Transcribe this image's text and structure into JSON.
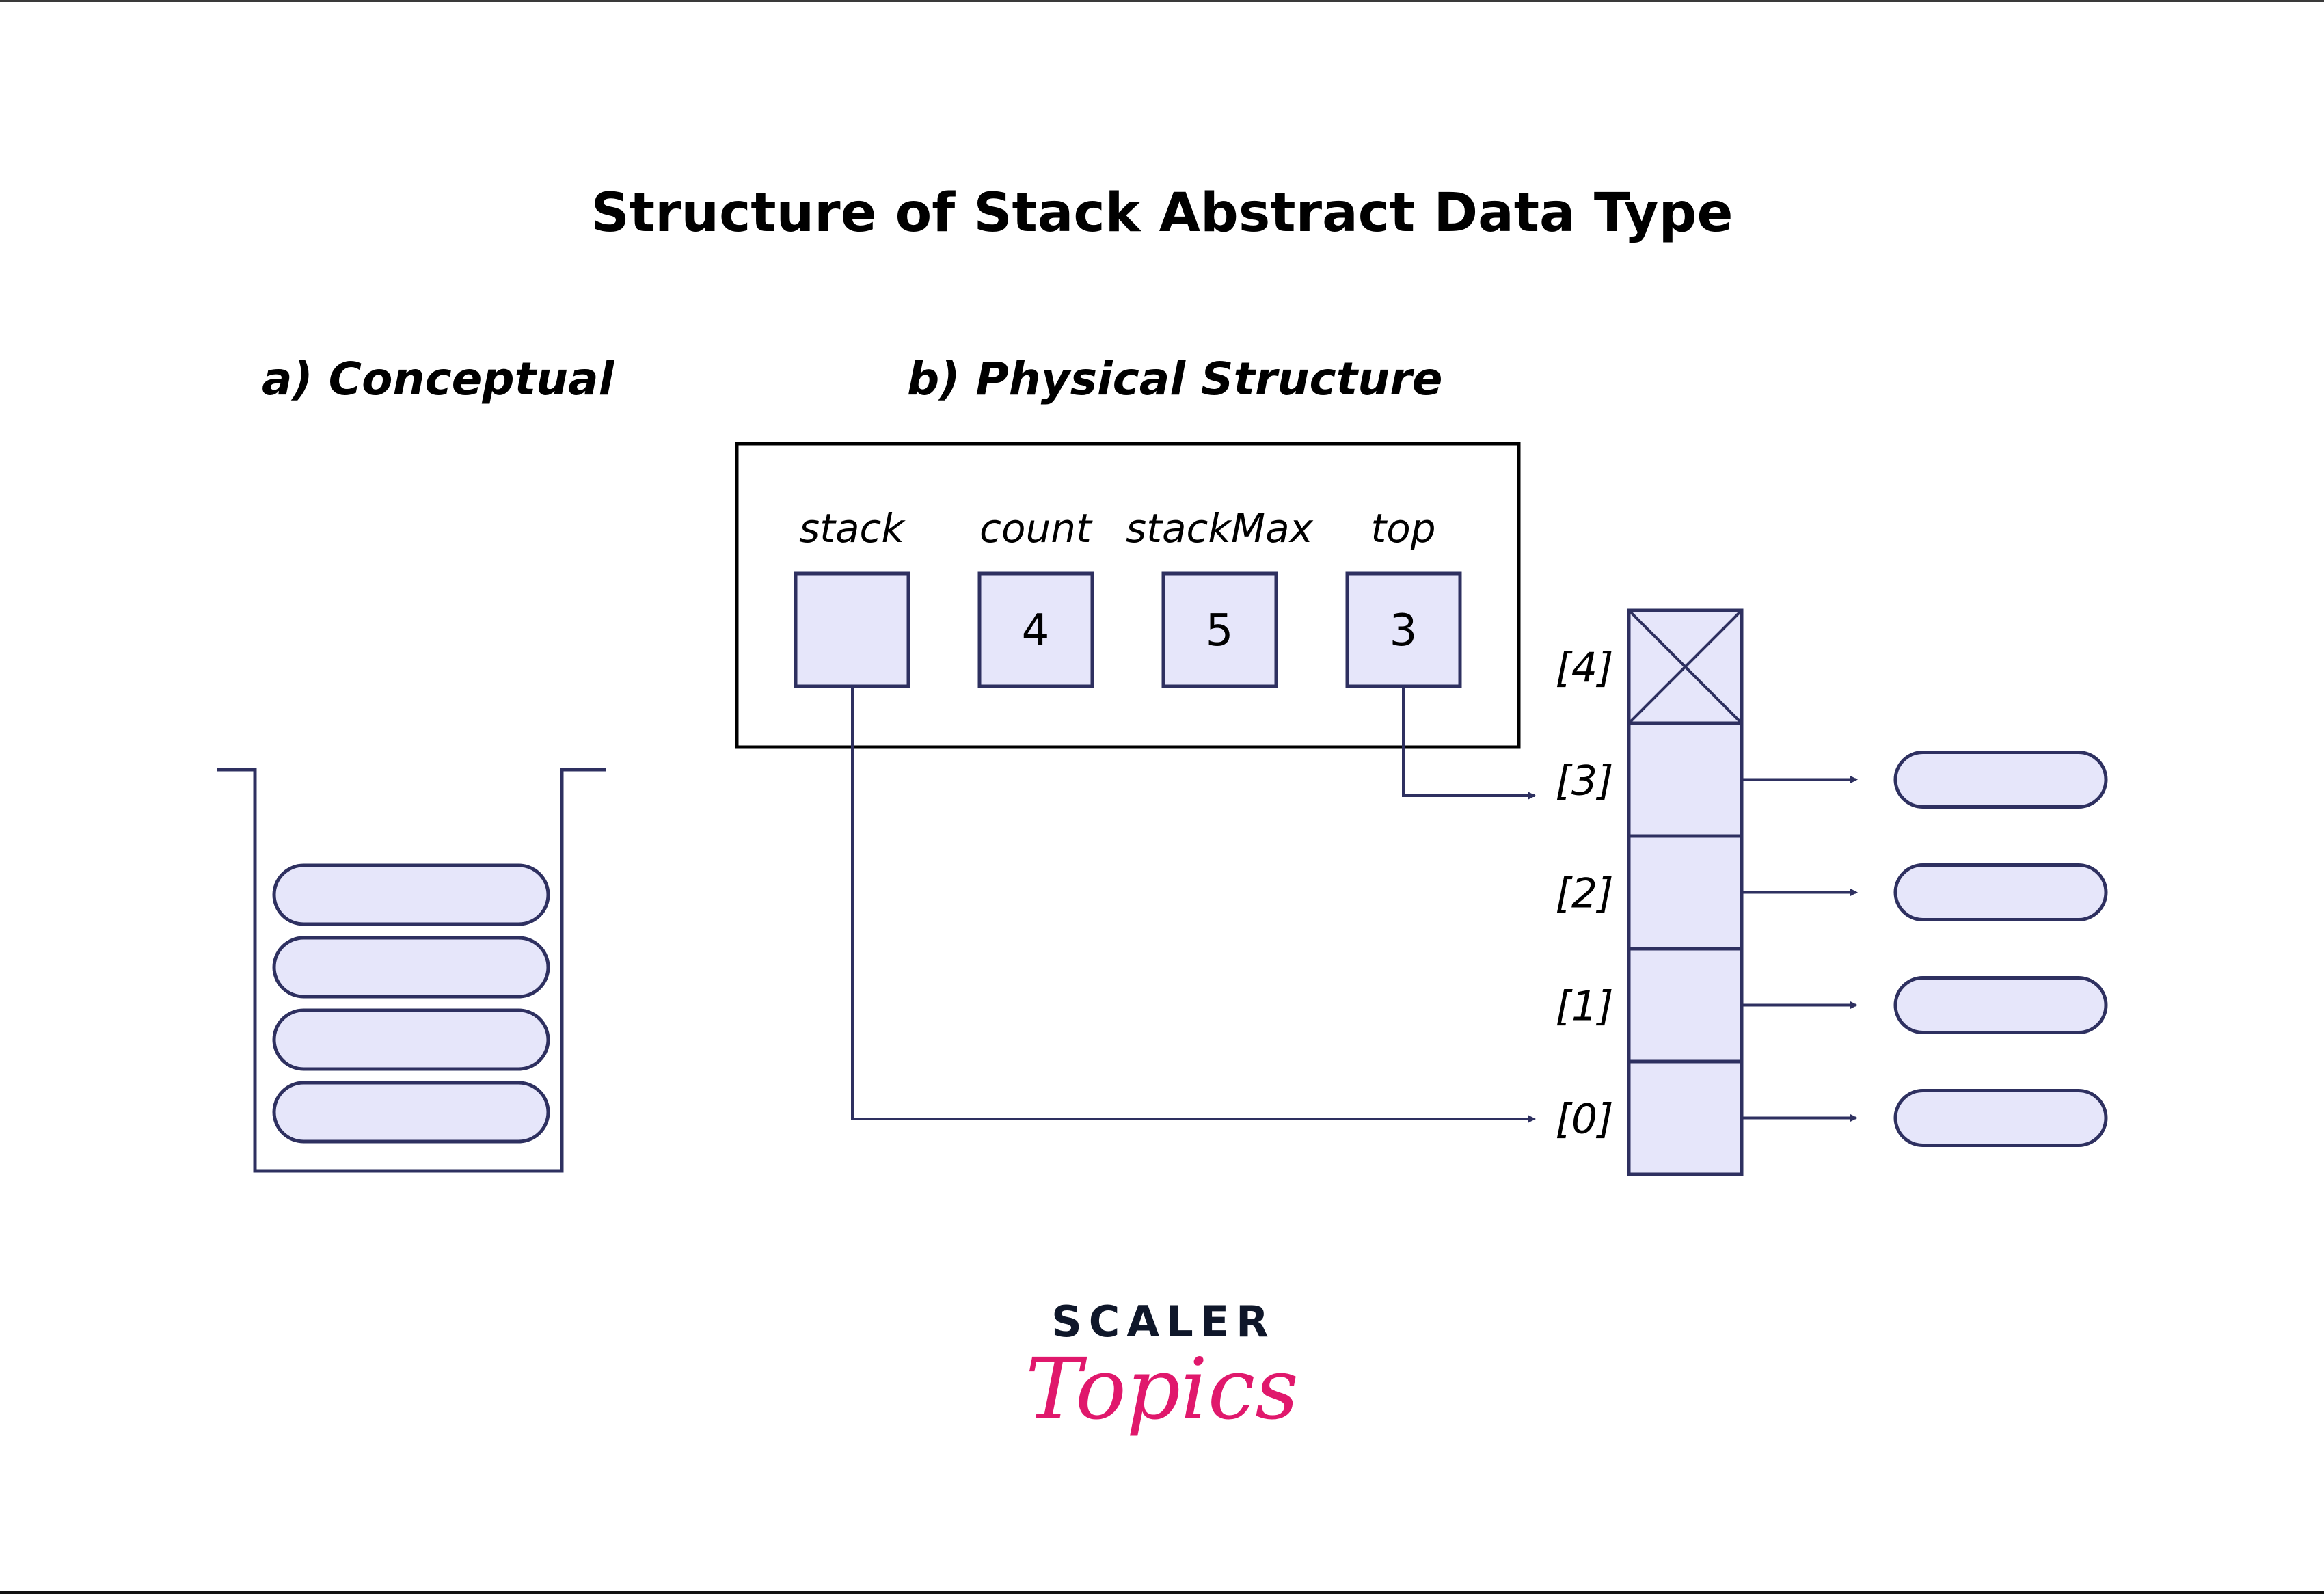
{
  "title": "Structure of Stack Abstract Data Type",
  "sections": {
    "conceptual": {
      "label": "a) Conceptual",
      "item_count": 4
    },
    "physical": {
      "label": "b) Physical Structure",
      "fields": [
        {
          "name": "stack",
          "value": ""
        },
        {
          "name": "count",
          "value": "4"
        },
        {
          "name": "stackMax",
          "value": "5"
        },
        {
          "name": "top",
          "value": "3"
        }
      ],
      "array": {
        "indices": [
          "[4]",
          "[3]",
          "[2]",
          "[1]",
          "[0]"
        ],
        "empty_slot_marker": "[4]",
        "filled_slots": [
          "[3]",
          "[2]",
          "[1]",
          "[0]"
        ]
      },
      "pointers": [
        {
          "from": "stack",
          "to": "[0]"
        },
        {
          "from": "top",
          "to": "[3]"
        }
      ]
    }
  },
  "logo": {
    "line1": "SCALER",
    "line2": "Topics"
  },
  "colors": {
    "stroke": "#2e3060",
    "fill": "#e6e6fa",
    "text": "#000000",
    "logo_dark": "#0f172a",
    "logo_pink": "#e0186c"
  }
}
